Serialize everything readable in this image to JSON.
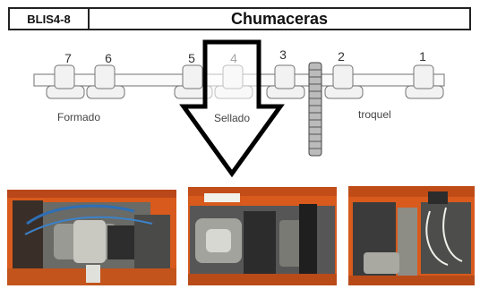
{
  "header": {
    "code": "BLIS4-8",
    "title": "Chumaceras"
  },
  "bearings": [
    "7",
    "6",
    "5",
    "4",
    "3",
    "2",
    "1"
  ],
  "sections": [
    "Formado",
    "Sellado",
    "troquel"
  ],
  "photos": [
    "photo-formado-area",
    "photo-sellado-area",
    "photo-troquel-area"
  ],
  "colors": {
    "machine_orange": "#d85a1c",
    "frame_dark": "#2a2a2a",
    "bearing_grey": "#e8e8e8"
  }
}
